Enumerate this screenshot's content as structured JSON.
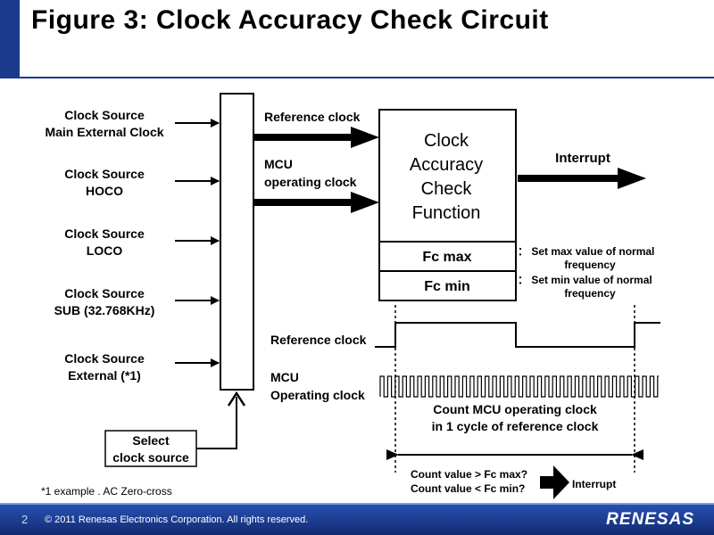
{
  "title": "Figure 3: Clock Accuracy Check Circuit",
  "sources": [
    {
      "line1": "Clock Source",
      "line2": "Main External Clock"
    },
    {
      "line1": "Clock Source",
      "line2": "HOCO"
    },
    {
      "line1": "Clock Source",
      "line2": "LOCO"
    },
    {
      "line1": "Clock Source",
      "line2": "SUB (32.768KHz)"
    },
    {
      "line1": "Clock Source",
      "line2": "External (*1)"
    }
  ],
  "select": {
    "line1": "Select",
    "line2": "clock source"
  },
  "footnote": "*1 example .  AC Zero-cross",
  "signals": {
    "reference_clock": "Reference clock",
    "mcu_clock_line1": "MCU",
    "mcu_clock_line2": "operating clock"
  },
  "function_box": {
    "line1": "Clock",
    "line2": "Accuracy",
    "line3": "Check",
    "line4": "Function"
  },
  "interrupt": "Interrupt",
  "fc_max": "Fc max",
  "fc_min": "Fc min",
  "fc_max_note": {
    "line1": "： Set max value of normal",
    "line2": "frequency"
  },
  "fc_min_note": {
    "line1": "： Set min value of normal",
    "line2": "frequency"
  },
  "timing": {
    "reference_clock": "Reference clock",
    "mcu_line1": "MCU",
    "mcu_line2": "Operating clock",
    "count_line1": "Count MCU operating clock",
    "count_line2": "in 1 cycle of reference clock",
    "cond_line1": "Count value > Fc max?",
    "cond_line2": "Count value < Fc min?",
    "interrupt": "Interrupt"
  },
  "footer": {
    "page_number": "2",
    "copyright": "© 2011 Renesas Electronics Corporation. All rights reserved.",
    "logo": "RENESAS"
  },
  "colors": {
    "accent": "#1a3a8c",
    "line": "#000000"
  }
}
